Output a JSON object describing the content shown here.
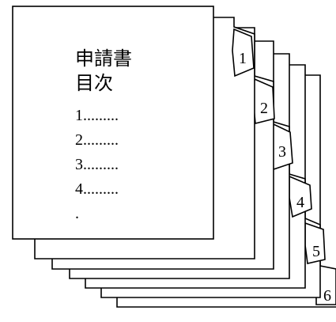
{
  "front_page": {
    "title_line_1": "申請書",
    "title_line_2": "目次",
    "toc_items": [
      "1.........",
      "2.........",
      "3.........",
      "4........."
    ],
    "continuation": "."
  },
  "tabs": [
    "1",
    "2",
    "3",
    "4",
    "5",
    "6"
  ],
  "colors": {
    "line": "#000000",
    "paper": "#ffffff"
  }
}
